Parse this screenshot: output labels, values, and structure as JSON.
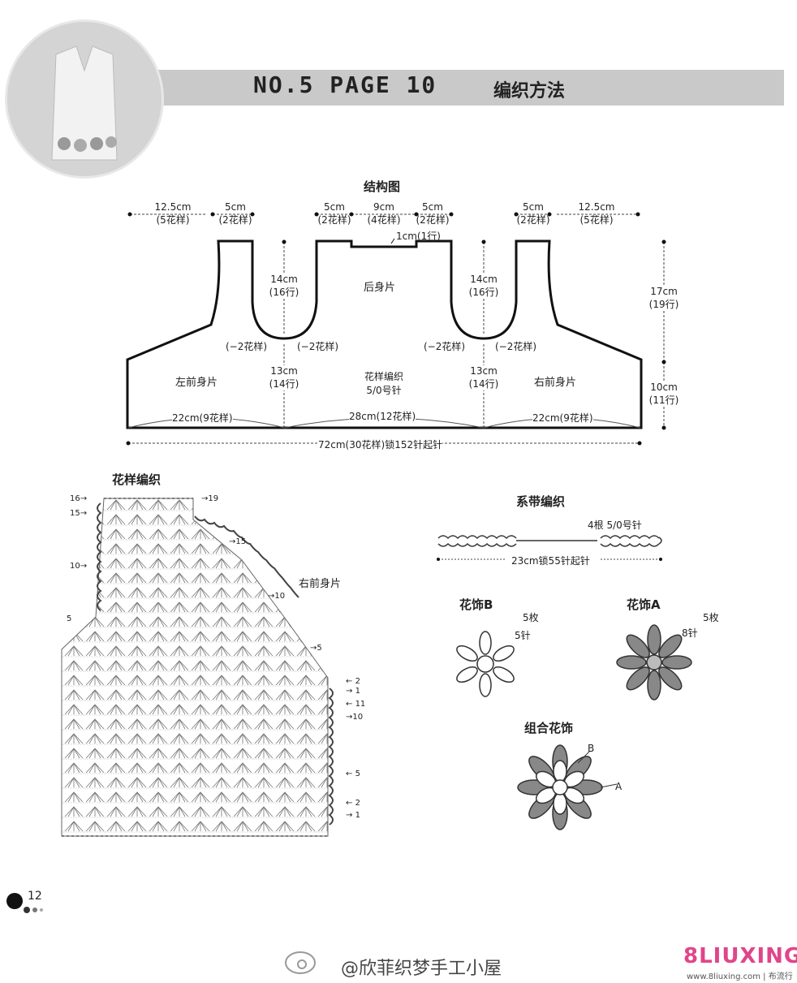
{
  "header": {
    "title": "NO.5 PAGE 10",
    "subtitle": "编织方法"
  },
  "schematic": {
    "title": "结构图",
    "dims": {
      "left_width": "12.5cm",
      "left_width_sub": "(5花样)",
      "left_strap": "5cm",
      "left_strap_sub": "(2花样)",
      "back_strap_l": "5cm",
      "back_strap_l_sub": "(2花样)",
      "back_neck": "9cm",
      "back_neck_sub": "(4花样)",
      "back_strap_r": "5cm",
      "back_strap_r_sub": "(2花样)",
      "neck_depth": "1cm(1行)",
      "right_strap": "5cm",
      "right_strap_sub": "(2花样)",
      "right_width": "12.5cm",
      "right_width_sub": "(5花样)",
      "arm_l": "14cm",
      "arm_l_sub": "(16行)",
      "arm_r": "14cm",
      "arm_r_sub": "(16行)",
      "upper_h": "17cm",
      "upper_h_sub": "(19行)",
      "lower_h": "10cm",
      "lower_h_sub": "(11行)",
      "side_l": "13cm",
      "side_l_sub": "(14行)",
      "side_r": "13cm",
      "side_r_sub": "(14行)",
      "dec1": "(−2花样)",
      "dec2": "(−2花样)",
      "dec3": "(−2花样)",
      "dec4": "(−2花样)",
      "bottom_l": "22cm(9花样)",
      "bottom_m": "28cm(12花样)",
      "bottom_r": "22cm(9花样)",
      "total": "72cm(30花样)锁152针起针"
    },
    "labels": {
      "back": "后身片",
      "left_front": "左前身片",
      "right_front": "右前身片",
      "pattern": "花样编织",
      "hook": "5/0号针"
    }
  },
  "chart": {
    "title": "花样编织",
    "piece": "右前身片",
    "left_rows": [
      "16→",
      "15→",
      "10→",
      "5"
    ],
    "top_row": "→19",
    "right_rows": [
      "→15",
      "→10",
      "→5",
      "2",
      "1",
      "11",
      "10",
      "5",
      "2",
      "1"
    ]
  },
  "tie": {
    "title": "系带编织",
    "note": "4根  5/0号针",
    "base": "23cm锁55针起针"
  },
  "flowerB": {
    "title": "花饰B",
    "count": "5枚",
    "stitch": "5针"
  },
  "flowerA": {
    "title": "花饰A",
    "count": "5枚",
    "stitch": "8针"
  },
  "combo": {
    "title": "组合花饰",
    "b": "B",
    "a": "A"
  },
  "page_number": "12",
  "footer": {
    "weibo": "@欣菲织梦手工小屋",
    "brand": "8LIUXING",
    "url": "www.8liuxing.com | 布流行"
  }
}
